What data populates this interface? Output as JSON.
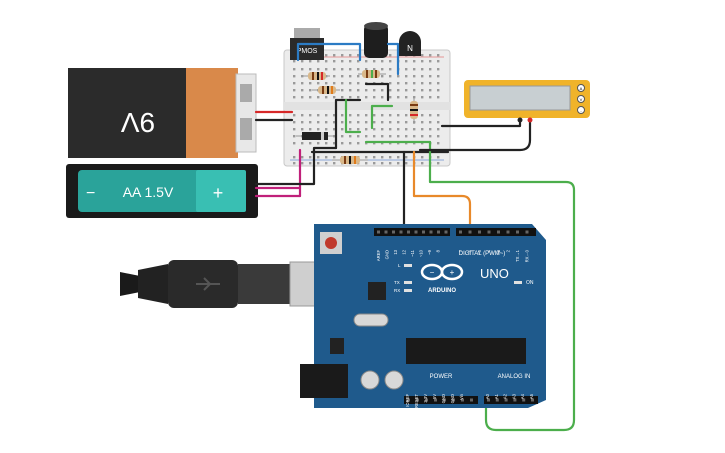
{
  "battery_9v": {
    "label": "9V"
  },
  "battery_aa": {
    "label": "AA 1.5V",
    "minus": "−",
    "plus": "+"
  },
  "mosfet": {
    "label": "PMOS"
  },
  "transistor": {
    "label": "N"
  },
  "multimeter": {
    "terminals": [
      "A",
      "V",
      "-"
    ]
  },
  "arduino": {
    "logo": "ARDUINO",
    "model": "UNO",
    "digital_label": "DIGITAL (PWM~)",
    "power_label": "POWER",
    "analog_label": "ANALOG IN",
    "on_label": "ON",
    "led_labels": [
      "L",
      "TX",
      "RX"
    ],
    "digital_pins": [
      "AREF",
      "GND",
      "13",
      "12",
      "~11",
      "~10",
      "~9",
      "8",
      "7",
      "~6",
      "~5",
      "4",
      "~3",
      "2",
      "TX→1",
      "RX←0"
    ],
    "power_pins": [
      "IOREF",
      "RESET",
      "3.3V",
      "5V",
      "GND",
      "GND",
      "Vin"
    ],
    "analog_pins": [
      "A0",
      "A1",
      "A2",
      "A3",
      "A4",
      "A5"
    ]
  },
  "colors": {
    "board_blue": "#1f5a8c",
    "breadboard": "#efefef",
    "wire_orange": "#e8892a",
    "wire_green": "#4cae4c",
    "wire_blue": "#2b7bc4",
    "wire_red": "#d62828",
    "wire_magenta": "#c0207a",
    "wire_black": "#222222",
    "battery_9v_body": "#2b2b2b",
    "battery_9v_cap": "#d9894a",
    "battery_aa_body": "#2a9d8f",
    "multimeter_body": "#f0b32a"
  }
}
